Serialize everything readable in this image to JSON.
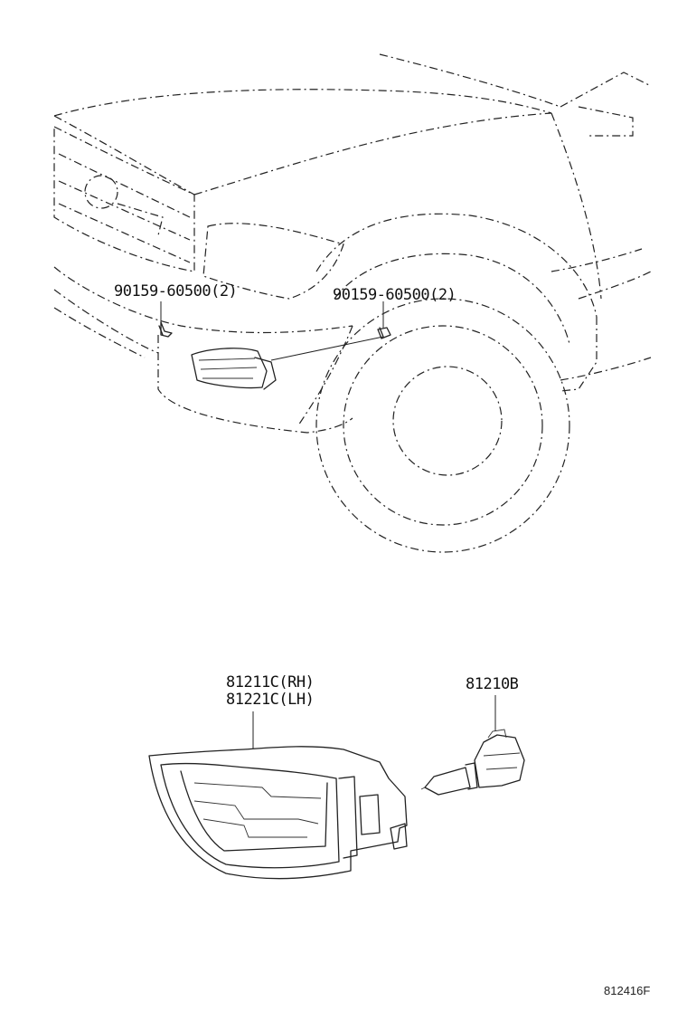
{
  "callouts": {
    "screw_left": "90159-60500(2)",
    "screw_right": "90159-60500(2)",
    "fog_lamp_rh": "81211C(RH)",
    "fog_lamp_lh": "81221C(LH)",
    "bulb": "81210B"
  },
  "figure_code": "812416F"
}
